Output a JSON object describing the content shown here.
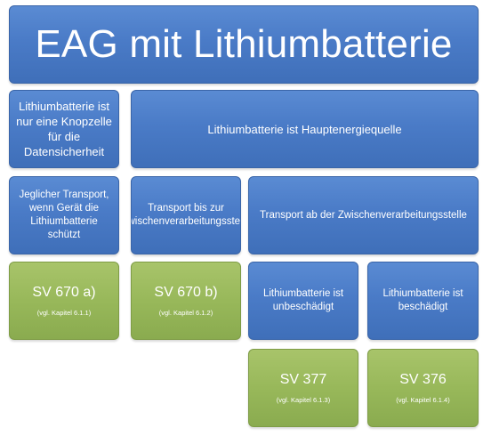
{
  "title": "EAG mit Lithiumbatterie",
  "nodes": {
    "knopfzelle": "Lithiumbatterie ist nur eine Knopzelle für die Datensicherheit",
    "hauptenergie": "Lithiumbatterie ist Hauptenergiequelle",
    "jeglicher_transport": "Jeglicher Transport, wenn Gerät die Lithiumbatterie schützt",
    "transport_bis": "Transport bis zur Zwischenverarbeitungsstelle",
    "transport_ab": "Transport ab der Zwischenverarbeitungsstelle",
    "unbeschaedigt": "Lithiumbatterie ist unbeschädigt",
    "beschaedigt": "Lithiumbatterie ist beschädigt"
  },
  "results": {
    "sv670a": {
      "label": "SV 670 a)",
      "ref": "(vgl. Kapitel 6.1.1)"
    },
    "sv670b": {
      "label": "SV 670 b)",
      "ref": "(vgl. Kapitel 6.1.2)"
    },
    "sv377": {
      "label": "SV 377",
      "ref": "(vgl. Kapitel 6.1.3)"
    },
    "sv376": {
      "label": "SV 376",
      "ref": "(vgl. Kapitel 6.1.4)"
    }
  },
  "colors": {
    "blue": "#4a7bc7",
    "green": "#98b85a"
  }
}
